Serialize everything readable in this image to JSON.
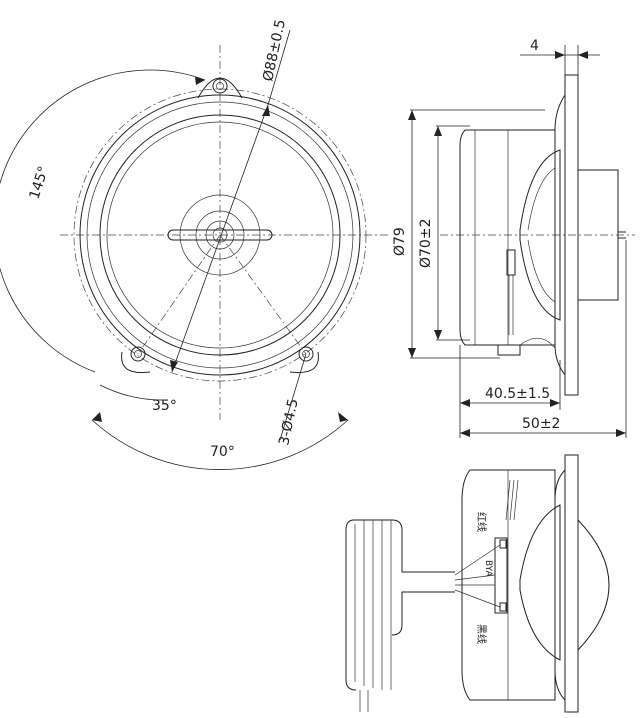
{
  "front_view": {
    "dim_diameter_mount": "Ø88±0.5",
    "dim_angle_top": "145°",
    "dim_angle_small": "35°",
    "dim_angle_bottom": "70°",
    "dim_holes": "3-Ø4.5"
  },
  "side_view": {
    "dim_flange": "4",
    "dim_outer": "Ø79",
    "dim_inner": "Ø70±2",
    "dim_depth_body": "40.5±1.5",
    "dim_depth_total": "50±2"
  },
  "wiring_view": {
    "label_red_wire": "红线",
    "label_component": "BYA",
    "label_black_wire": "黑线"
  }
}
